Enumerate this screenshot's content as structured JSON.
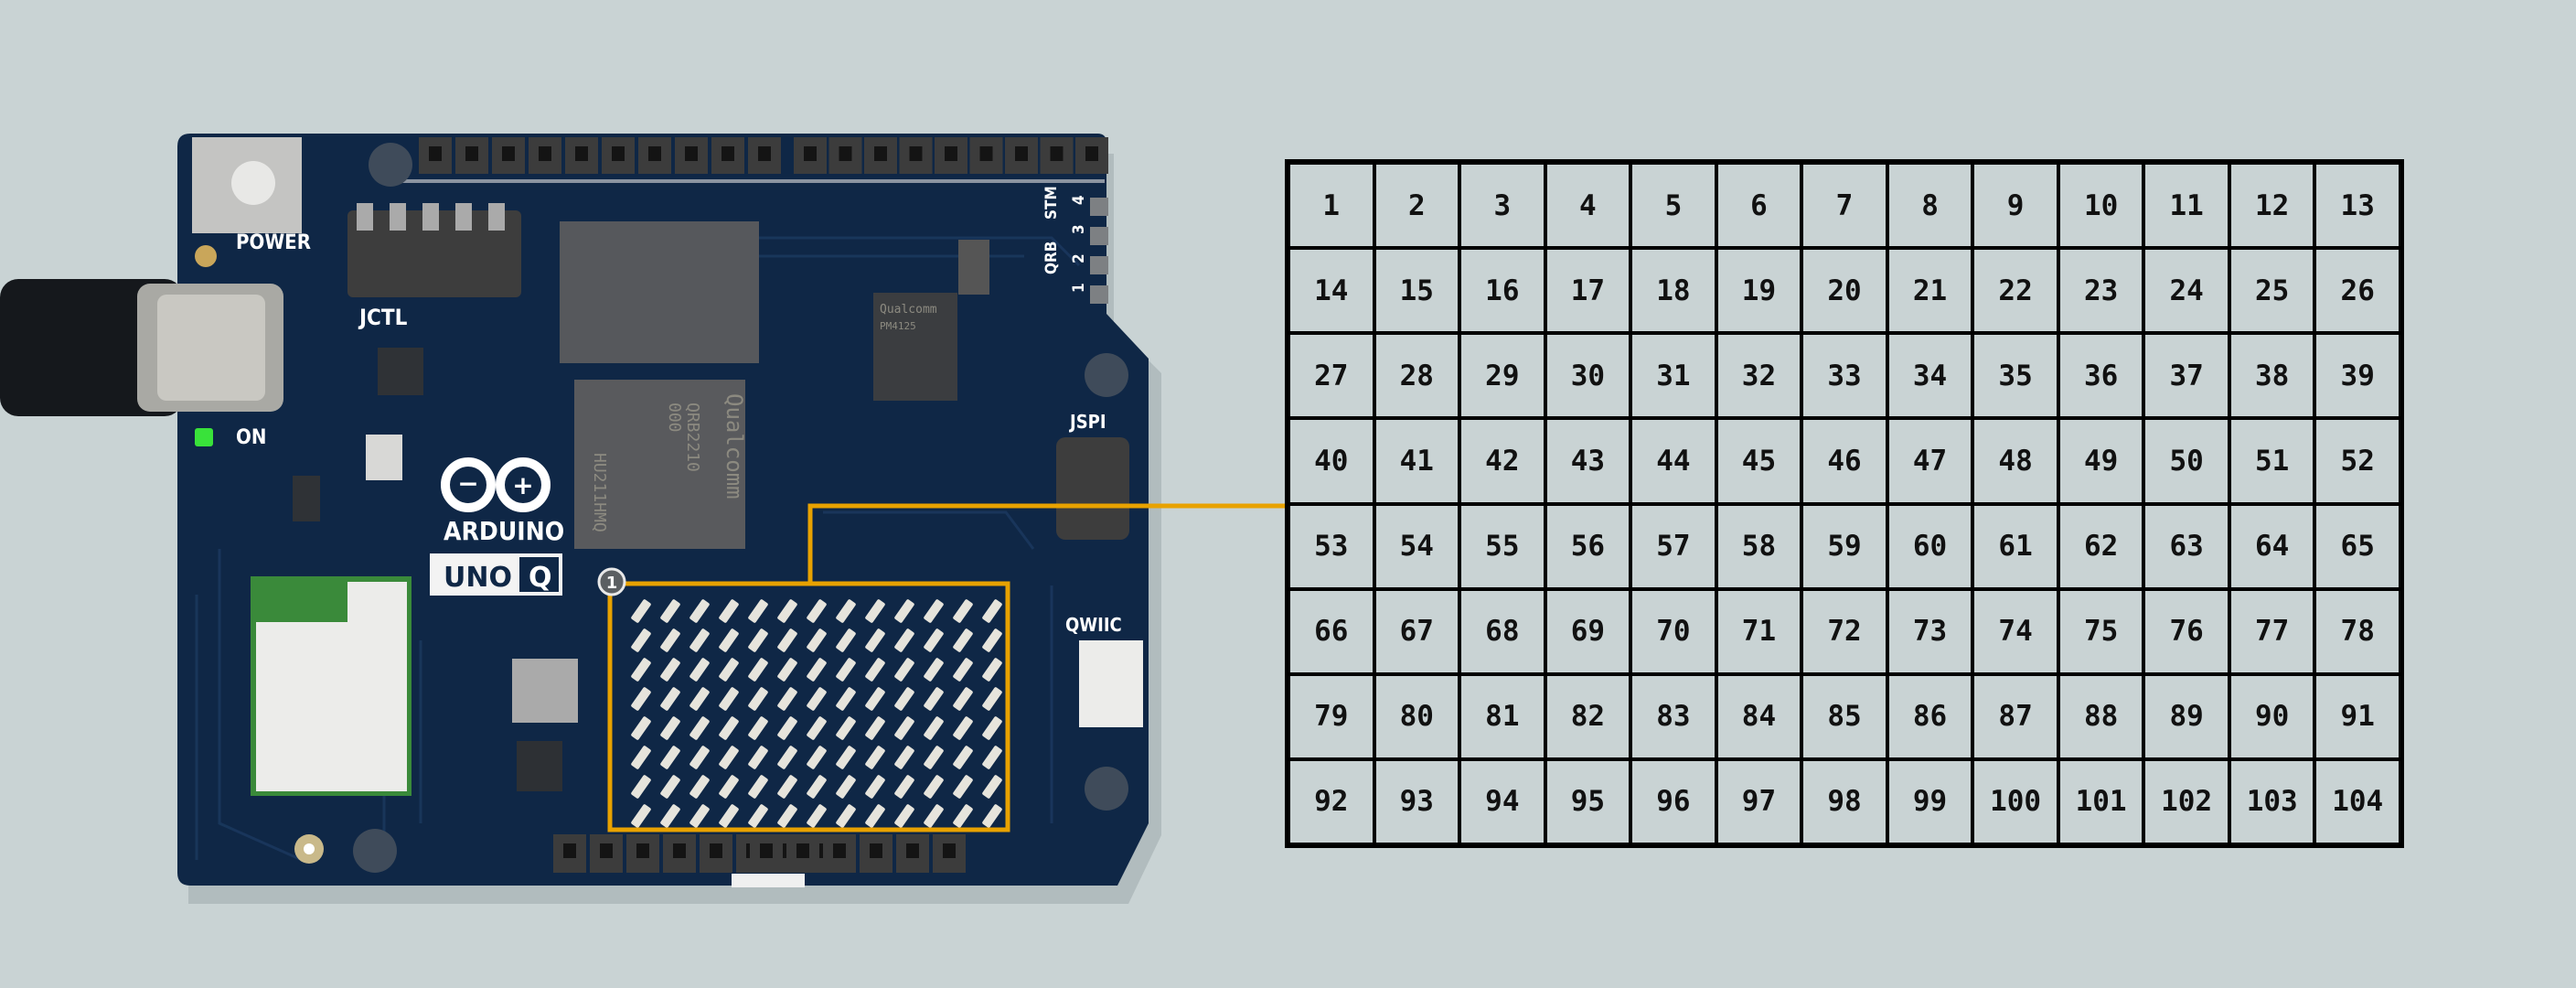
{
  "board": {
    "labels": {
      "power": "POWER",
      "jctl": "JCTL",
      "on": "ON",
      "brand": "ARDUINO",
      "model_left": "UNO",
      "model_right": "Q",
      "jspi": "JSPI",
      "qwiic": "QWIIC",
      "qrb": "QRB",
      "stm": "STM",
      "led_numbers": [
        "1",
        "2",
        "3",
        "4"
      ],
      "matrix_marker": "1"
    },
    "chips": {
      "main_brand": "Qualcomm",
      "main_line1": "QRB2210",
      "main_line2": "000",
      "main_line3": "HU211HMQ",
      "pmic_brand": "Qualcomm",
      "pmic_line1": "PM4125"
    },
    "led_matrix": {
      "columns": 13,
      "rows": 8
    },
    "colors": {
      "board": "#0f2746",
      "highlight": "#e8a200",
      "power_led": "#39e23a",
      "background": "#c9d3d4"
    }
  },
  "matrix_map": {
    "rows": [
      [
        "1",
        "2",
        "3",
        "4",
        "5",
        "6",
        "7",
        "8",
        "9",
        "10",
        "11",
        "12",
        "13"
      ],
      [
        "14",
        "15",
        "16",
        "17",
        "18",
        "19",
        "20",
        "21",
        "22",
        "23",
        "24",
        "25",
        "26"
      ],
      [
        "27",
        "28",
        "29",
        "30",
        "31",
        "32",
        "33",
        "34",
        "35",
        "36",
        "37",
        "38",
        "39"
      ],
      [
        "40",
        "41",
        "42",
        "43",
        "44",
        "45",
        "46",
        "47",
        "48",
        "49",
        "50",
        "51",
        "52"
      ],
      [
        "53",
        "54",
        "55",
        "56",
        "57",
        "58",
        "59",
        "60",
        "61",
        "62",
        "63",
        "64",
        "65"
      ],
      [
        "66",
        "67",
        "68",
        "69",
        "70",
        "71",
        "72",
        "73",
        "74",
        "75",
        "76",
        "77",
        "78"
      ],
      [
        "79",
        "80",
        "81",
        "82",
        "83",
        "84",
        "85",
        "86",
        "87",
        "88",
        "89",
        "90",
        "91"
      ],
      [
        "92",
        "93",
        "94",
        "95",
        "96",
        "97",
        "98",
        "99",
        "100",
        "101",
        "102",
        "103",
        "104"
      ]
    ]
  }
}
